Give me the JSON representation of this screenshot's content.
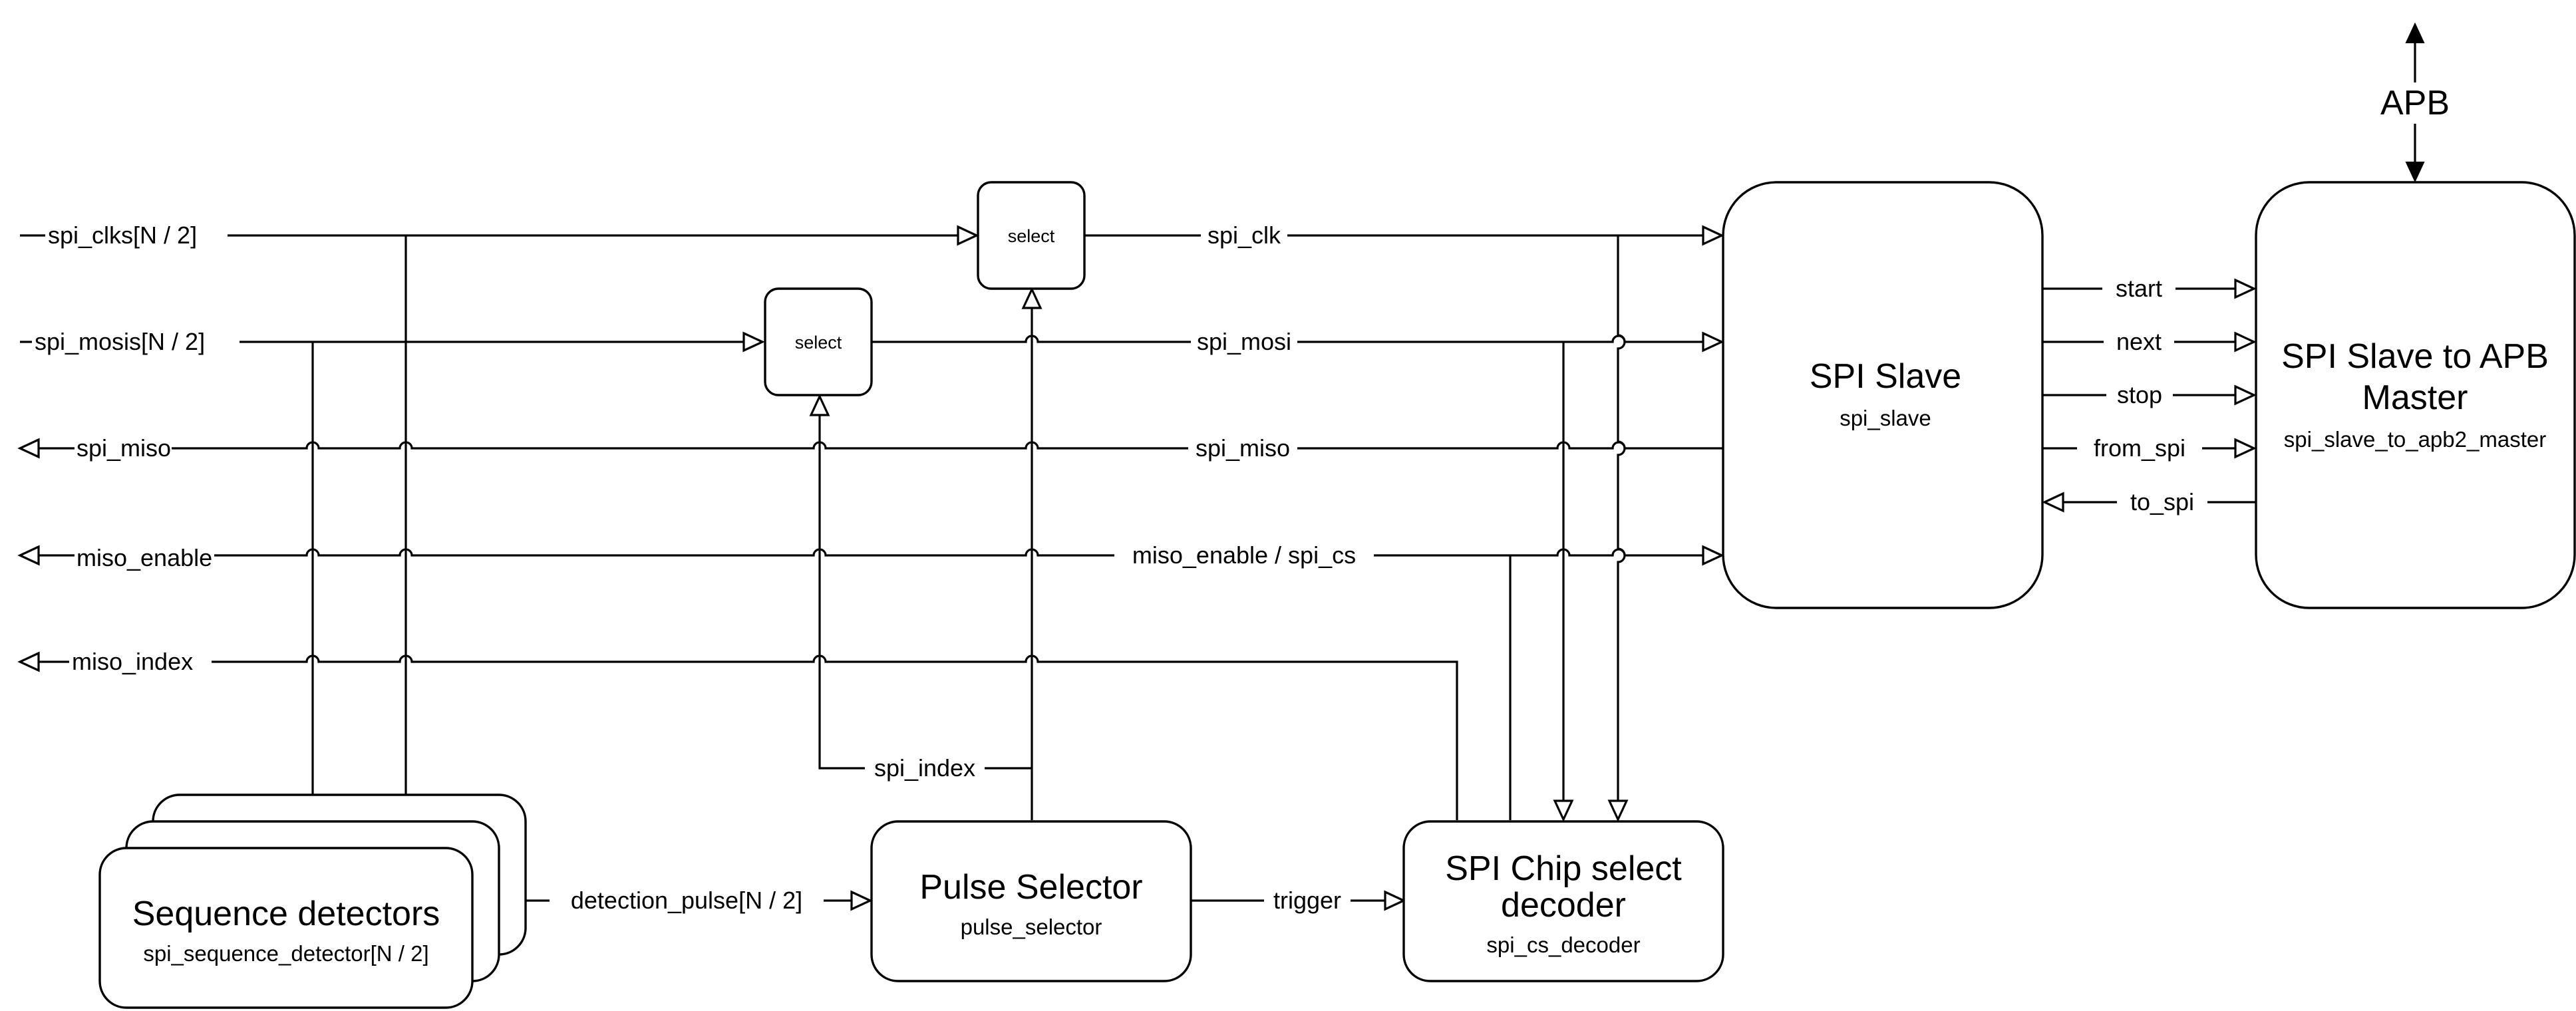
{
  "blocks": {
    "spi_slave": {
      "title": "SPI Slave",
      "subtitle": "spi_slave"
    },
    "apb_master": {
      "title_line1": "SPI Slave to APB",
      "title_line2": "Master",
      "subtitle": "spi_slave_to_apb2_master"
    },
    "sequence_detectors": {
      "title": "Sequence detectors",
      "subtitle": "spi_sequence_detector[N / 2]"
    },
    "pulse_selector": {
      "title": "Pulse Selector",
      "subtitle": "pulse_selector"
    },
    "cs_decoder": {
      "title_line1": "SPI Chip select",
      "title_line2": "decoder",
      "subtitle": "spi_cs_decoder"
    },
    "select_clk": {
      "label": "select"
    },
    "select_mosi": {
      "label": "select"
    }
  },
  "signals": {
    "spi_clks": "spi_clks[N / 2]",
    "spi_mosis": "spi_mosis[N / 2]",
    "spi_miso_in": "spi_miso",
    "miso_enable_in": "miso_enable",
    "miso_index": "miso_index",
    "spi_clk": "spi_clk",
    "spi_mosi": "spi_mosi",
    "spi_miso": "spi_miso",
    "miso_enable_cs": "miso_enable / spi_cs",
    "spi_index": "spi_index",
    "detection_pulse": "detection_pulse[N / 2]",
    "trigger": "trigger",
    "start": "start",
    "next": "next",
    "stop": "stop",
    "from_spi": "from_spi",
    "to_spi": "to_spi",
    "apb": "APB"
  }
}
